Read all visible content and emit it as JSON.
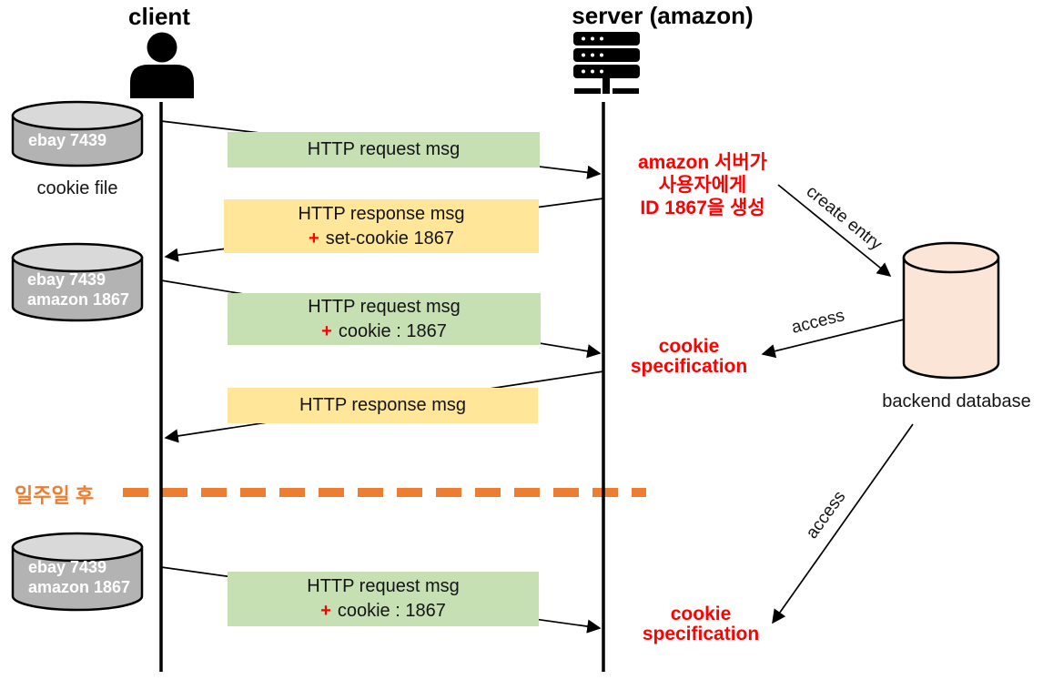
{
  "header": {
    "client_title": "client",
    "server_title": "server (amazon)"
  },
  "client_store": {
    "initial": {
      "row1": "ebay 7439",
      "caption": "cookie file"
    },
    "after_setcookie": {
      "row1": "ebay 7439",
      "row2": "amazon 1867"
    },
    "after_week": {
      "row1": "ebay 7439",
      "row2": "amazon 1867"
    }
  },
  "messages": {
    "request1": {
      "text": "HTTP request msg"
    },
    "response1": {
      "text": "HTTP response msg",
      "plus": "+",
      "extra": "set-cookie 1867"
    },
    "request2": {
      "text": "HTTP request msg",
      "plus": "+",
      "extra": "cookie : 1867"
    },
    "response2": {
      "text": "HTTP response msg"
    },
    "request3": {
      "text": "HTTP request msg",
      "plus": "+",
      "extra": "cookie : 1867"
    }
  },
  "server_note": {
    "line1": "amazon 서버가",
    "line2": "사용자에게",
    "line3": "ID 1867을 생성"
  },
  "cookie_spec": {
    "line1": "cookie",
    "line2": "specification"
  },
  "backend": {
    "caption": "backend database",
    "create_entry_label": "create entry",
    "access_label": "access"
  },
  "divider": {
    "label": "일주일 후"
  },
  "colors": {
    "request_box": "#C6E0B4",
    "response_box": "#FFE699",
    "backend_db_fill": "#FBE5D6",
    "cookie_db_body": "#B3B3B3",
    "cookie_db_top": "#D9D9D9",
    "highlight_red": "#FF0000",
    "divider_orange": "#ED7D31",
    "line_black": "#000000"
  }
}
